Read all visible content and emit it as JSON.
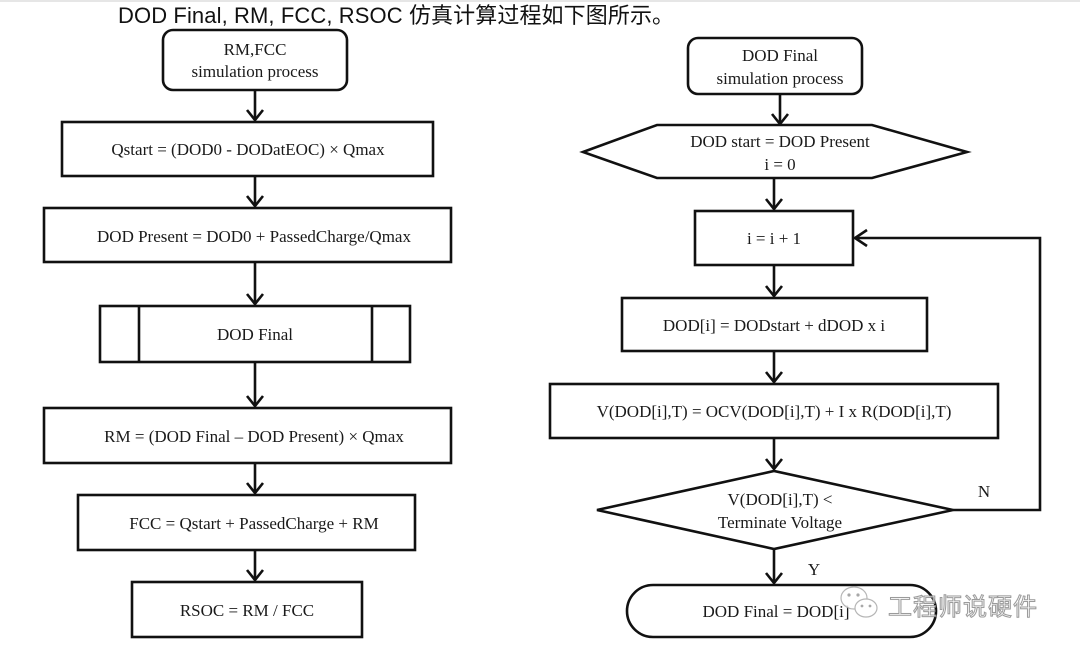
{
  "title": "DOD Final, RM, FCC, RSOC 仿真计算过程如下图所示。",
  "left_flow": {
    "start": [
      "RM,FCC",
      "simulation process"
    ],
    "steps": [
      "Qstart = (DOD0 - DODatEOC)  × Qmax",
      "DOD Present = DOD0 + PassedCharge/Qmax",
      "DOD Final",
      "RM = (DOD Final – DOD Present)  × Qmax",
      "FCC = Qstart + PassedCharge  + RM",
      "RSOC = RM / FCC"
    ]
  },
  "right_flow": {
    "start": [
      "DOD Final",
      "simulation process"
    ],
    "init": [
      "DOD start = DOD Present",
      "i = 0"
    ],
    "increment": "i = i + 1",
    "dod_step": "DOD[i] = DODstart + dDOD x i",
    "voltage": "V(DOD[i],T) = OCV(DOD[i],T) + I x R(DOD[i],T)",
    "decision": [
      "V(DOD[i],T) <",
      "Terminate Voltage"
    ],
    "no_label": "N",
    "yes_label": "Y",
    "end": "DOD Final = DOD[i]"
  },
  "watermark": {
    "icon": "wechat-icon",
    "text": "工程师说硬件"
  }
}
